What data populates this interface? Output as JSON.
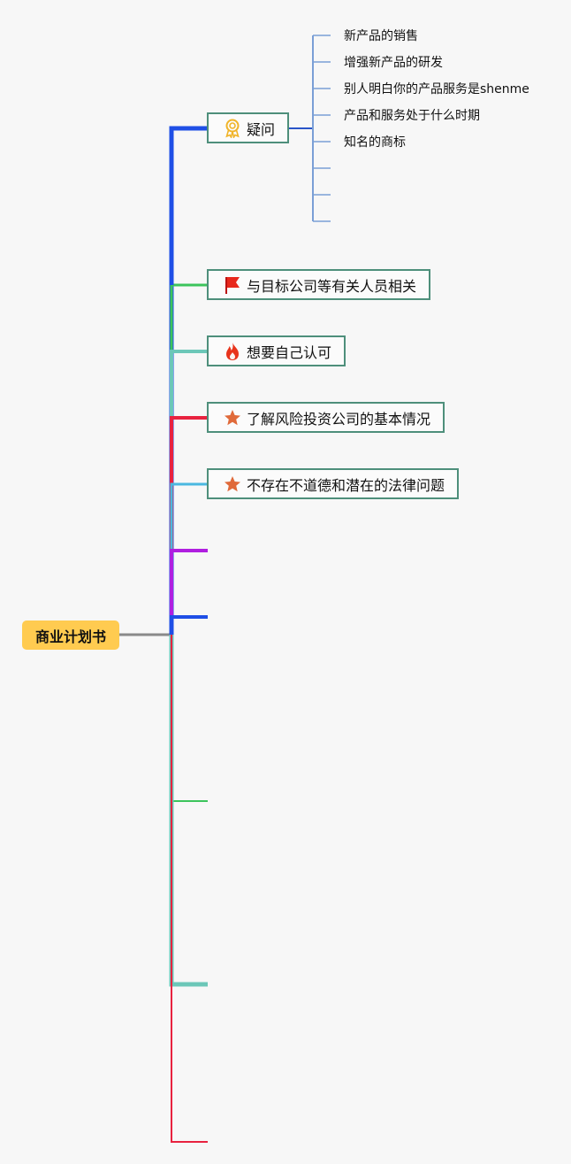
{
  "root": {
    "label": "商业计划书"
  },
  "topics": [
    {
      "label": "疑问",
      "icon": "award-ribbon-icon"
    },
    {
      "label": "与目标公司等有关人员相关",
      "icon": "red-flag-icon"
    },
    {
      "label": "想要自己认可",
      "icon": "fire-icon"
    },
    {
      "label": "了解风险投资公司的基本情况",
      "icon": "orange-star-icon"
    },
    {
      "label": "不存在不道德和潜在的法律问题",
      "icon": "orange-star-icon"
    }
  ],
  "subtopics": [
    "新产品的销售",
    "增强新产品的研发",
    "别人明白你的产品服务是shenme",
    "产品和服务处于什么时期",
    "知名的商标"
  ],
  "colors": {
    "root_fill": "#ffcb50",
    "topic_border": "#4e8f7b",
    "branch_blue": "#1f4fe6",
    "branch_green": "#3cc45c",
    "branch_teal": "#6cc7b8",
    "branch_red": "#e8223f",
    "branch_cyan": "#4ab8e0",
    "branch_purple": "#b01fe0",
    "sub_line": "#7a9fd6"
  }
}
